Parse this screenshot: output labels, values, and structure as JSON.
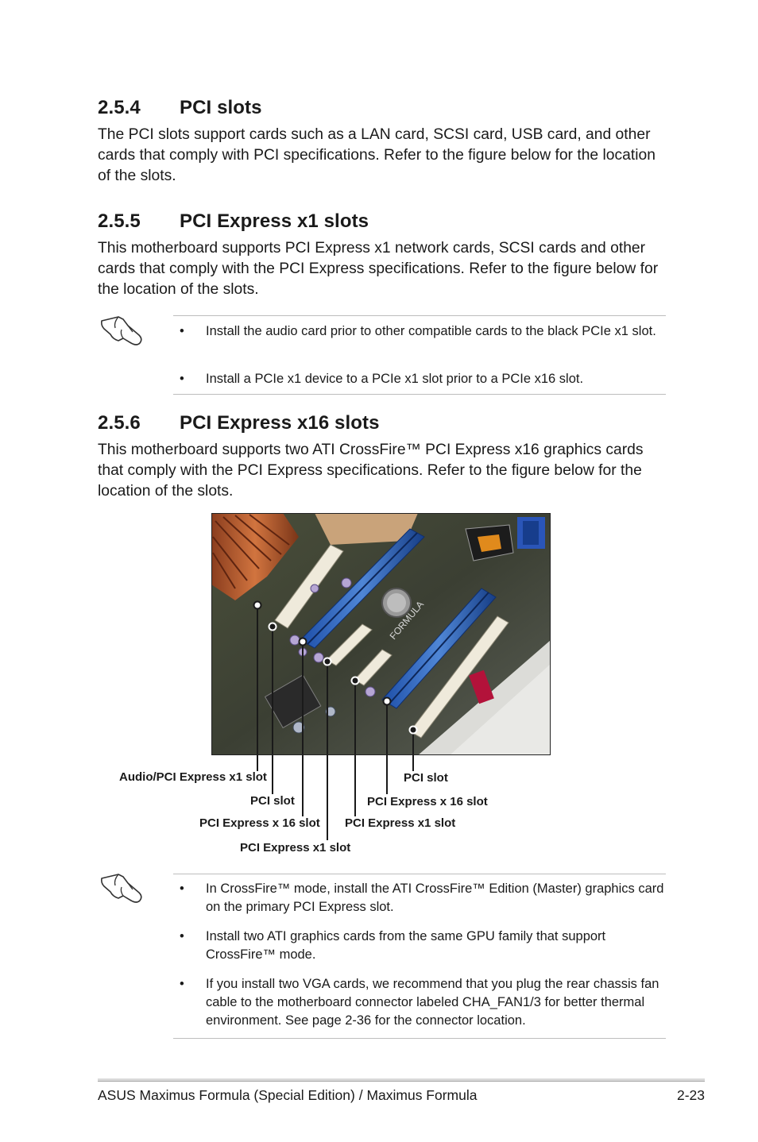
{
  "sections": [
    {
      "number": "2.5.4",
      "title": "PCI slots",
      "body": "The PCI slots support cards such as a LAN card, SCSI card, USB card, and other cards that comply with PCI specifications. Refer to the figure below for the location of the slots."
    },
    {
      "number": "2.5.5",
      "title": "PCI Express x1 slots",
      "body": "This motherboard supports PCI Express x1 network cards, SCSI cards and other cards that comply with the PCI Express specifications. Refer to the figure below for the location of the slots."
    },
    {
      "number": "2.5.6",
      "title": "PCI Express x16 slots",
      "body": "This motherboard supports two ATI CrossFire™ PCI Express x16 graphics cards that comply with the PCI Express specifications. Refer to the figure below for the location of the slots."
    }
  ],
  "note1": {
    "icon": "pointing-hand-icon",
    "items": [
      "Install the audio card prior to other compatible cards to the black PCIe x1 slot.",
      "Install a PCIe x1 device to a PCIe x1 slot prior to a PCIe x16 slot."
    ]
  },
  "figure": {
    "labels": {
      "audio_pcie_x1": "Audio/PCI Express x1 slot",
      "pci_slot_left": "PCI slot",
      "pcie_x16_left": "PCI Express x 16 slot",
      "pcie_x1_left": "PCI Express x1 slot",
      "pci_slot_right": "PCI slot",
      "pcie_x16_right": "PCI Express x 16 slot",
      "pcie_x1_right": "PCI Express x1 slot"
    }
  },
  "note2": {
    "icon": "pointing-hand-icon",
    "items": [
      "In CrossFire™ mode, install the ATI CrossFire™ Edition (Master) graphics card on the primary PCI Express slot.",
      "Install two ATI graphics cards from the same GPU family that support CrossFire™ mode.",
      "If you install two VGA cards, we recommend that you plug the rear chassis fan cable to the motherboard connector labeled CHA_FAN1/3 for better thermal environment. See page 2-36 for the connector location."
    ]
  },
  "footer": {
    "left": "ASUS Maximus Formula (Special Edition) / Maximus Formula",
    "right": "2-23"
  }
}
